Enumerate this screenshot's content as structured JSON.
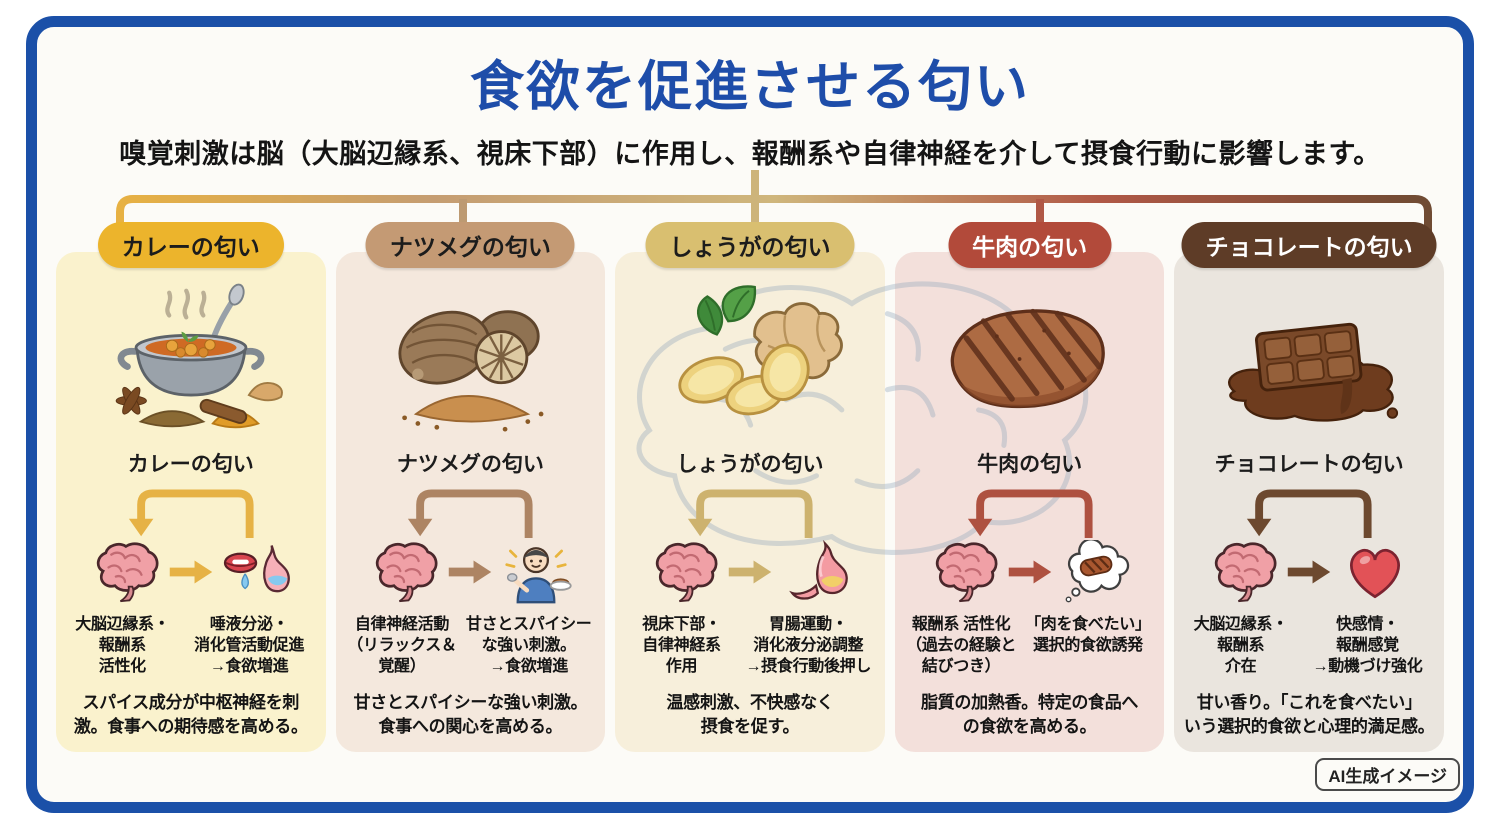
{
  "header": {
    "title": "食欲を促進させる匂い",
    "subtitle": "嗅覚刺激は脳（大脳辺縁系、視床下部）に作用し、報酬系や自律神経を介して摂食行動に影響します。"
  },
  "footer": {
    "ai_badge": "AI生成イメージ"
  },
  "palette": {
    "frame_border": "#1b50a8",
    "title_blue": "#1e4da9",
    "background": "#fcfbf7",
    "watermark_brain": "#97abbe",
    "connector_gradient": [
      "#e7b143",
      "#c59d72",
      "#cfb67c",
      "#b05846",
      "#6f4b33"
    ]
  },
  "columns": [
    {
      "id": "curry",
      "header_label": "カレーの匂い",
      "header_bg": "#ecb42c",
      "header_text_color": "#1c1c1c",
      "panel_bg": "#faf2cd",
      "accent": "#e6b245",
      "illustration": "curry-pot-with-spices",
      "food_label": "カレーの匂い",
      "left_icon": "brain",
      "right_icon": "mouth-and-stomach",
      "left_text": "大脳辺縁系・\n報酬系\n活性化",
      "right_text": "唾液分泌・\n消化管活動促進\n→食欲増進",
      "summary": "スパイス成分が中枢神経を刺\n激。食事への期待感を高める。"
    },
    {
      "id": "nutmeg",
      "header_label": "ナツメグの匂い",
      "header_bg": "#c49a74",
      "header_text_color": "#1c1c1c",
      "panel_bg": "#f4e8dd",
      "accent": "#ad8463",
      "illustration": "nutmeg-seeds-and-powder",
      "food_label": "ナツメグの匂い",
      "left_icon": "brain",
      "right_icon": "person-eating",
      "left_text": "自律神経活動\n（リラックス＆\n覚醒）",
      "right_text": "甘さとスパイシー\nな強い刺激。\n→食欲増進",
      "summary": "甘さとスパイシーな強い刺激。\n食事への関心を高める。"
    },
    {
      "id": "ginger",
      "header_label": "しょうがの匂い",
      "header_bg": "#d9bf70",
      "header_text_color": "#1c1c1c",
      "panel_bg": "#f7efdb",
      "accent": "#cdb26e",
      "illustration": "ginger-root-and-slices",
      "food_label": "しょうがの匂い",
      "left_icon": "brain",
      "right_icon": "stomach",
      "left_text": "視床下部・\n自律神経系\n作用",
      "right_text": "胃腸運動・\n消化液分泌調整\n→摂食行動後押し",
      "summary": "温感刺激、不快感なく\n摂食を促す。"
    },
    {
      "id": "beef",
      "header_label": "牛肉の匂い",
      "header_bg": "#b24a3a",
      "header_text_color": "#ffffff",
      "panel_bg": "#f3e0db",
      "accent": "#ae5140",
      "illustration": "grilled-steak",
      "food_label": "牛肉の匂い",
      "left_icon": "brain",
      "right_icon": "thought-bubble-steak",
      "left_text": "報酬系 活性化\n（過去の経験と\n結びつき）",
      "right_text": "「肉を食べたい」\n選択的食欲誘発",
      "summary": "脂質の加熱香。特定の食品へ\nの食欲を高める。"
    },
    {
      "id": "chocolate",
      "header_label": "チョコレートの匂い",
      "header_bg": "#5e3c27",
      "header_text_color": "#ffffff",
      "panel_bg": "#eae5de",
      "accent": "#6d492f",
      "illustration": "melting-chocolate-bar",
      "food_label": "チョコレートの匂い",
      "left_icon": "brain",
      "right_icon": "heart",
      "left_text": "大脳辺縁系・\n報酬系\n介在",
      "right_text": "快感情・\n報酬感覚\n→動機づけ強化",
      "summary": "甘い香り。「これを食べたい」\nいう選択的食欲と心理的満足感。"
    }
  ]
}
